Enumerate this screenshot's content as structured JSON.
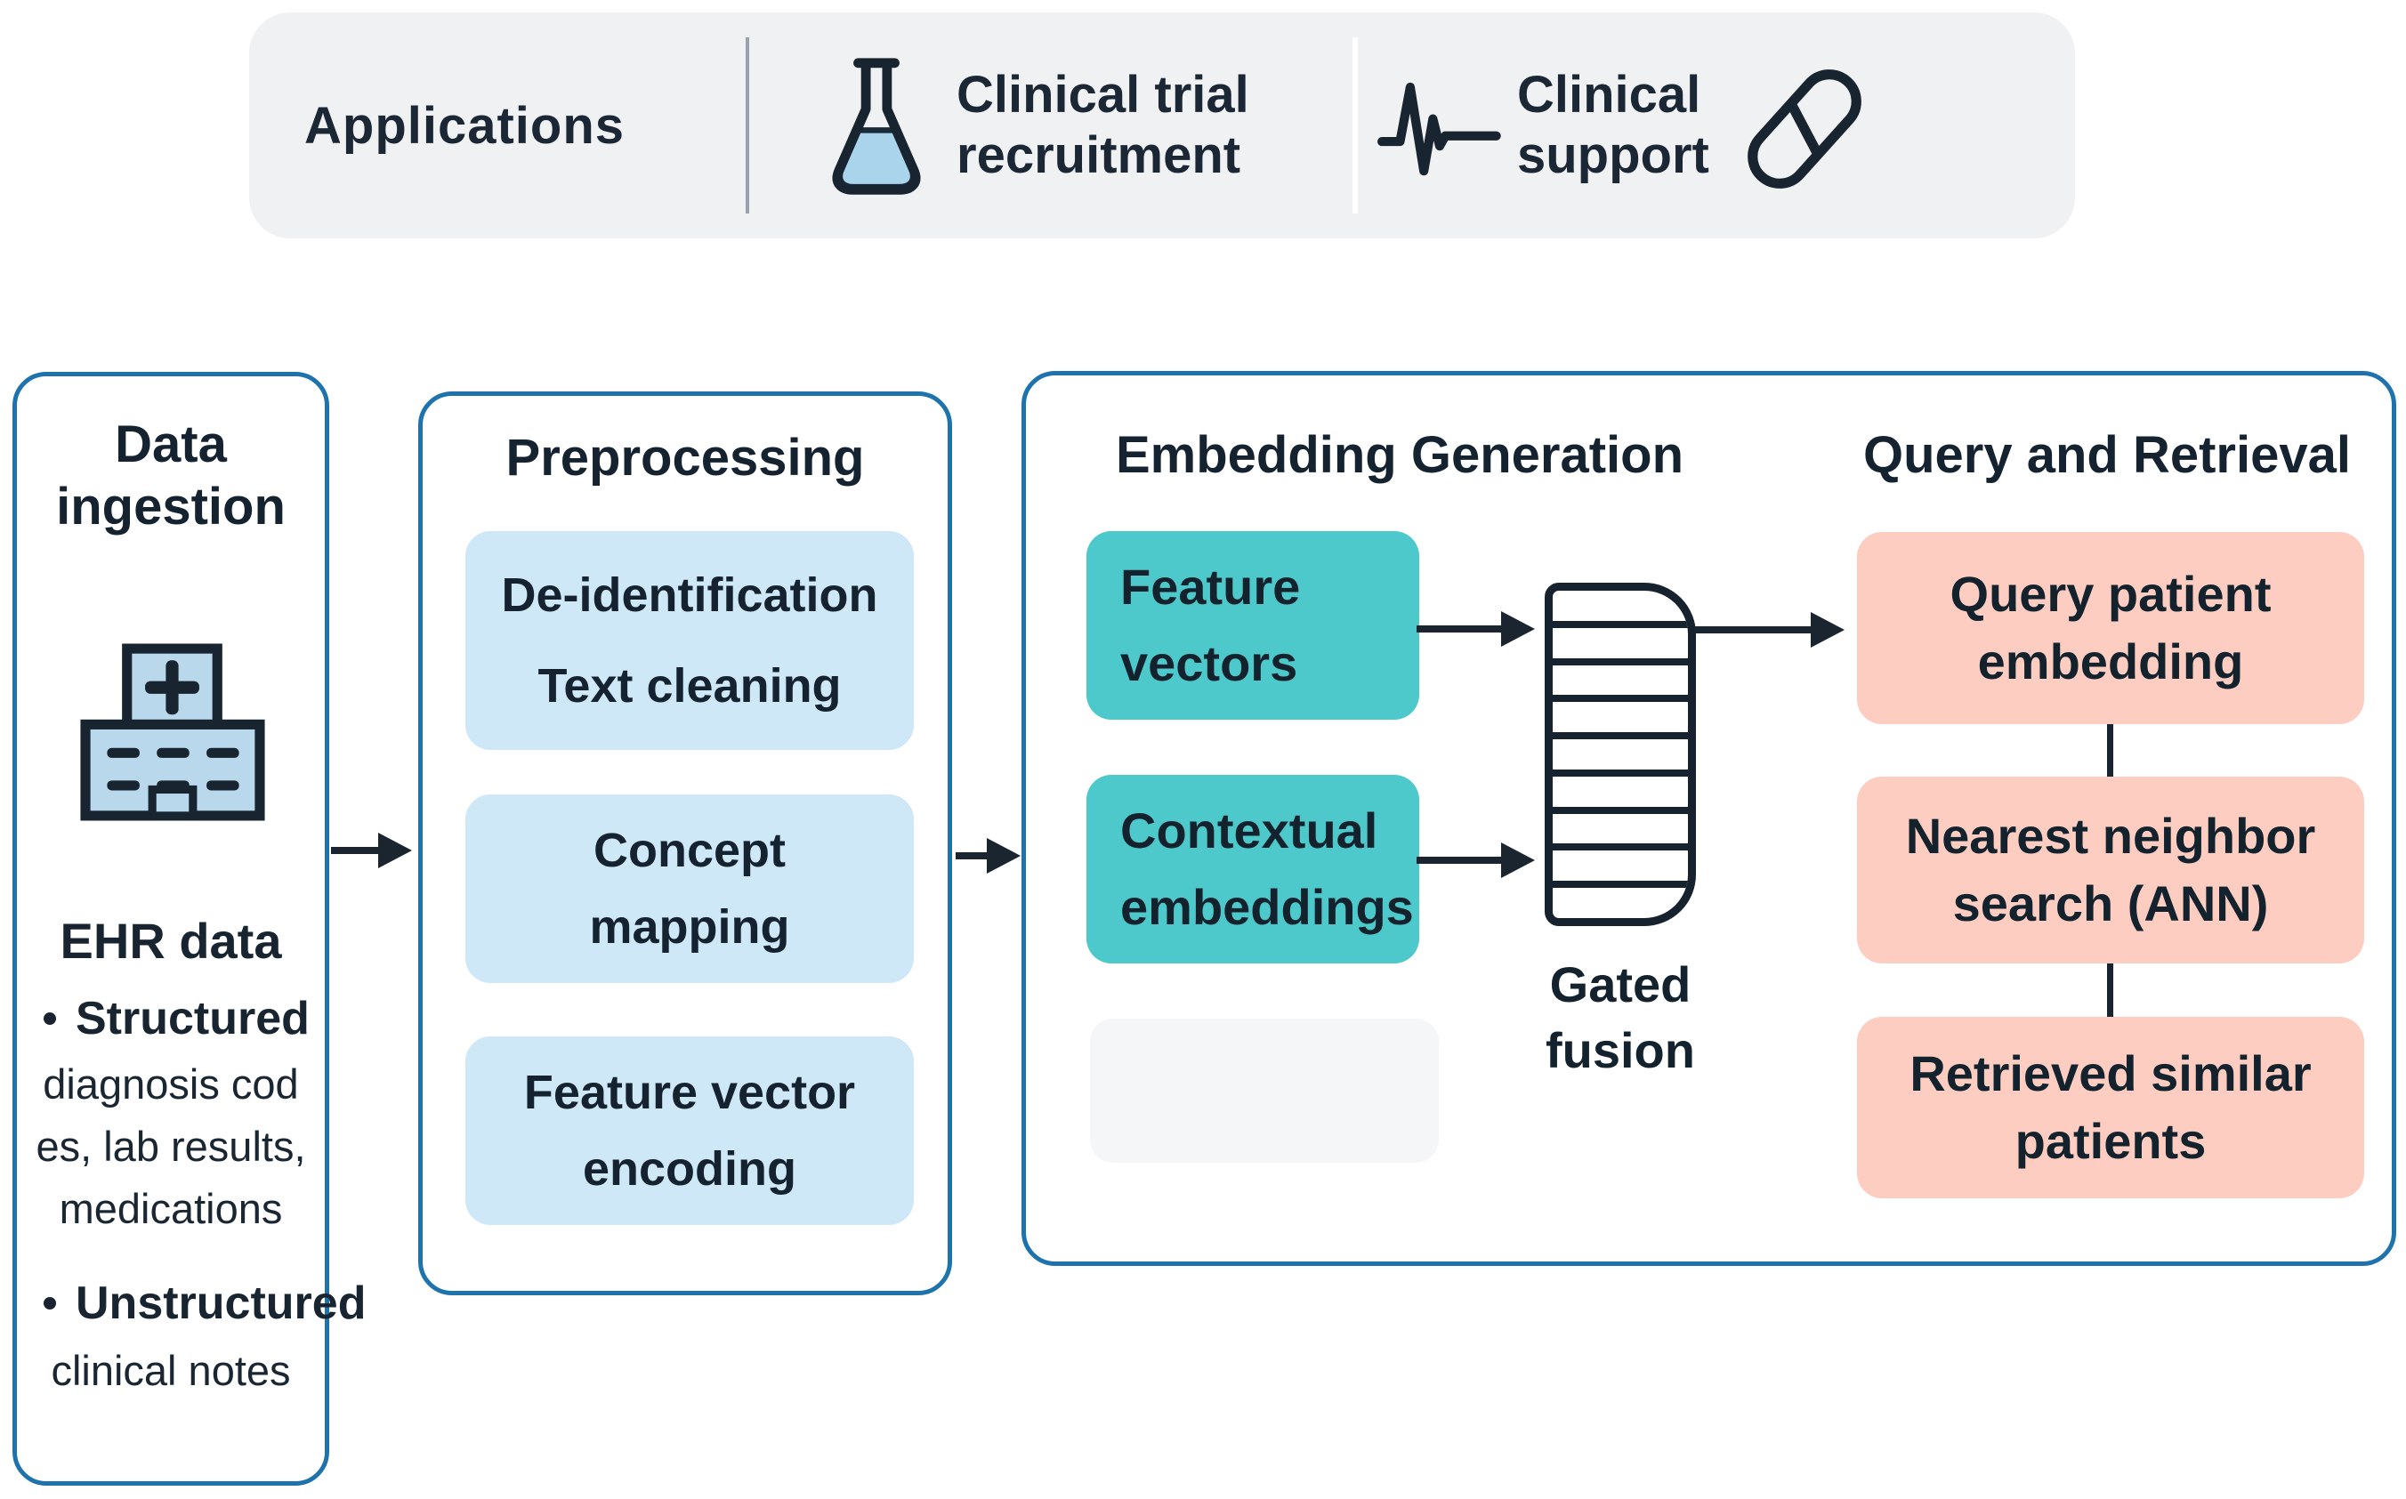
{
  "applications_bar": {
    "title": "Applications",
    "items": [
      {
        "icon": "flask-icon",
        "line1": "Clinical trial",
        "line2": "recruitment"
      },
      {
        "icon": "ecg-icon",
        "line1": "Clinical",
        "line2": "support"
      }
    ]
  },
  "data_ingestion": {
    "title_line1": "Data",
    "title_line2": "ingestion",
    "source_label": "EHR data",
    "bullets": [
      {
        "term": "Structured",
        "detail_lines": [
          "diagnosis cod",
          "es, lab results,",
          "medications"
        ]
      },
      {
        "term": "Unstructured",
        "detail_lines": [
          "clinical notes"
        ]
      }
    ]
  },
  "preprocessing": {
    "title": "Preprocessing",
    "steps": [
      {
        "line1": "De-identification",
        "line2": "Text cleaning"
      },
      {
        "line1": "Concept",
        "line2": "mapping"
      },
      {
        "line1": "Feature vector",
        "line2": "encoding"
      }
    ]
  },
  "embedding_generation": {
    "title": "Embedding Generation",
    "inputs": [
      {
        "line1": "Feature",
        "line2": "vectors"
      },
      {
        "line1": "Contextual",
        "line2": "embeddings"
      }
    ],
    "fusion_line1": "Gated",
    "fusion_line2": "fusion"
  },
  "query_retrieval": {
    "title": "Query and Retrieval",
    "steps": [
      {
        "line1": "Query patient",
        "line2": "embedding"
      },
      {
        "line1": "Nearest neighbor",
        "line2": "search (ANN)"
      },
      {
        "line1": "Retrieved similar",
        "line2": "patients"
      }
    ]
  },
  "colors": {
    "bar_background": "#f0f1f3",
    "panel_border": "#1f73ad",
    "preprocessing_box": "#cfe8f8",
    "embedding_input_box": "#4dc9cc",
    "retrieval_box": "#fccdc0",
    "icon_fill": "#b9d8ec",
    "ink": "#18242f"
  }
}
